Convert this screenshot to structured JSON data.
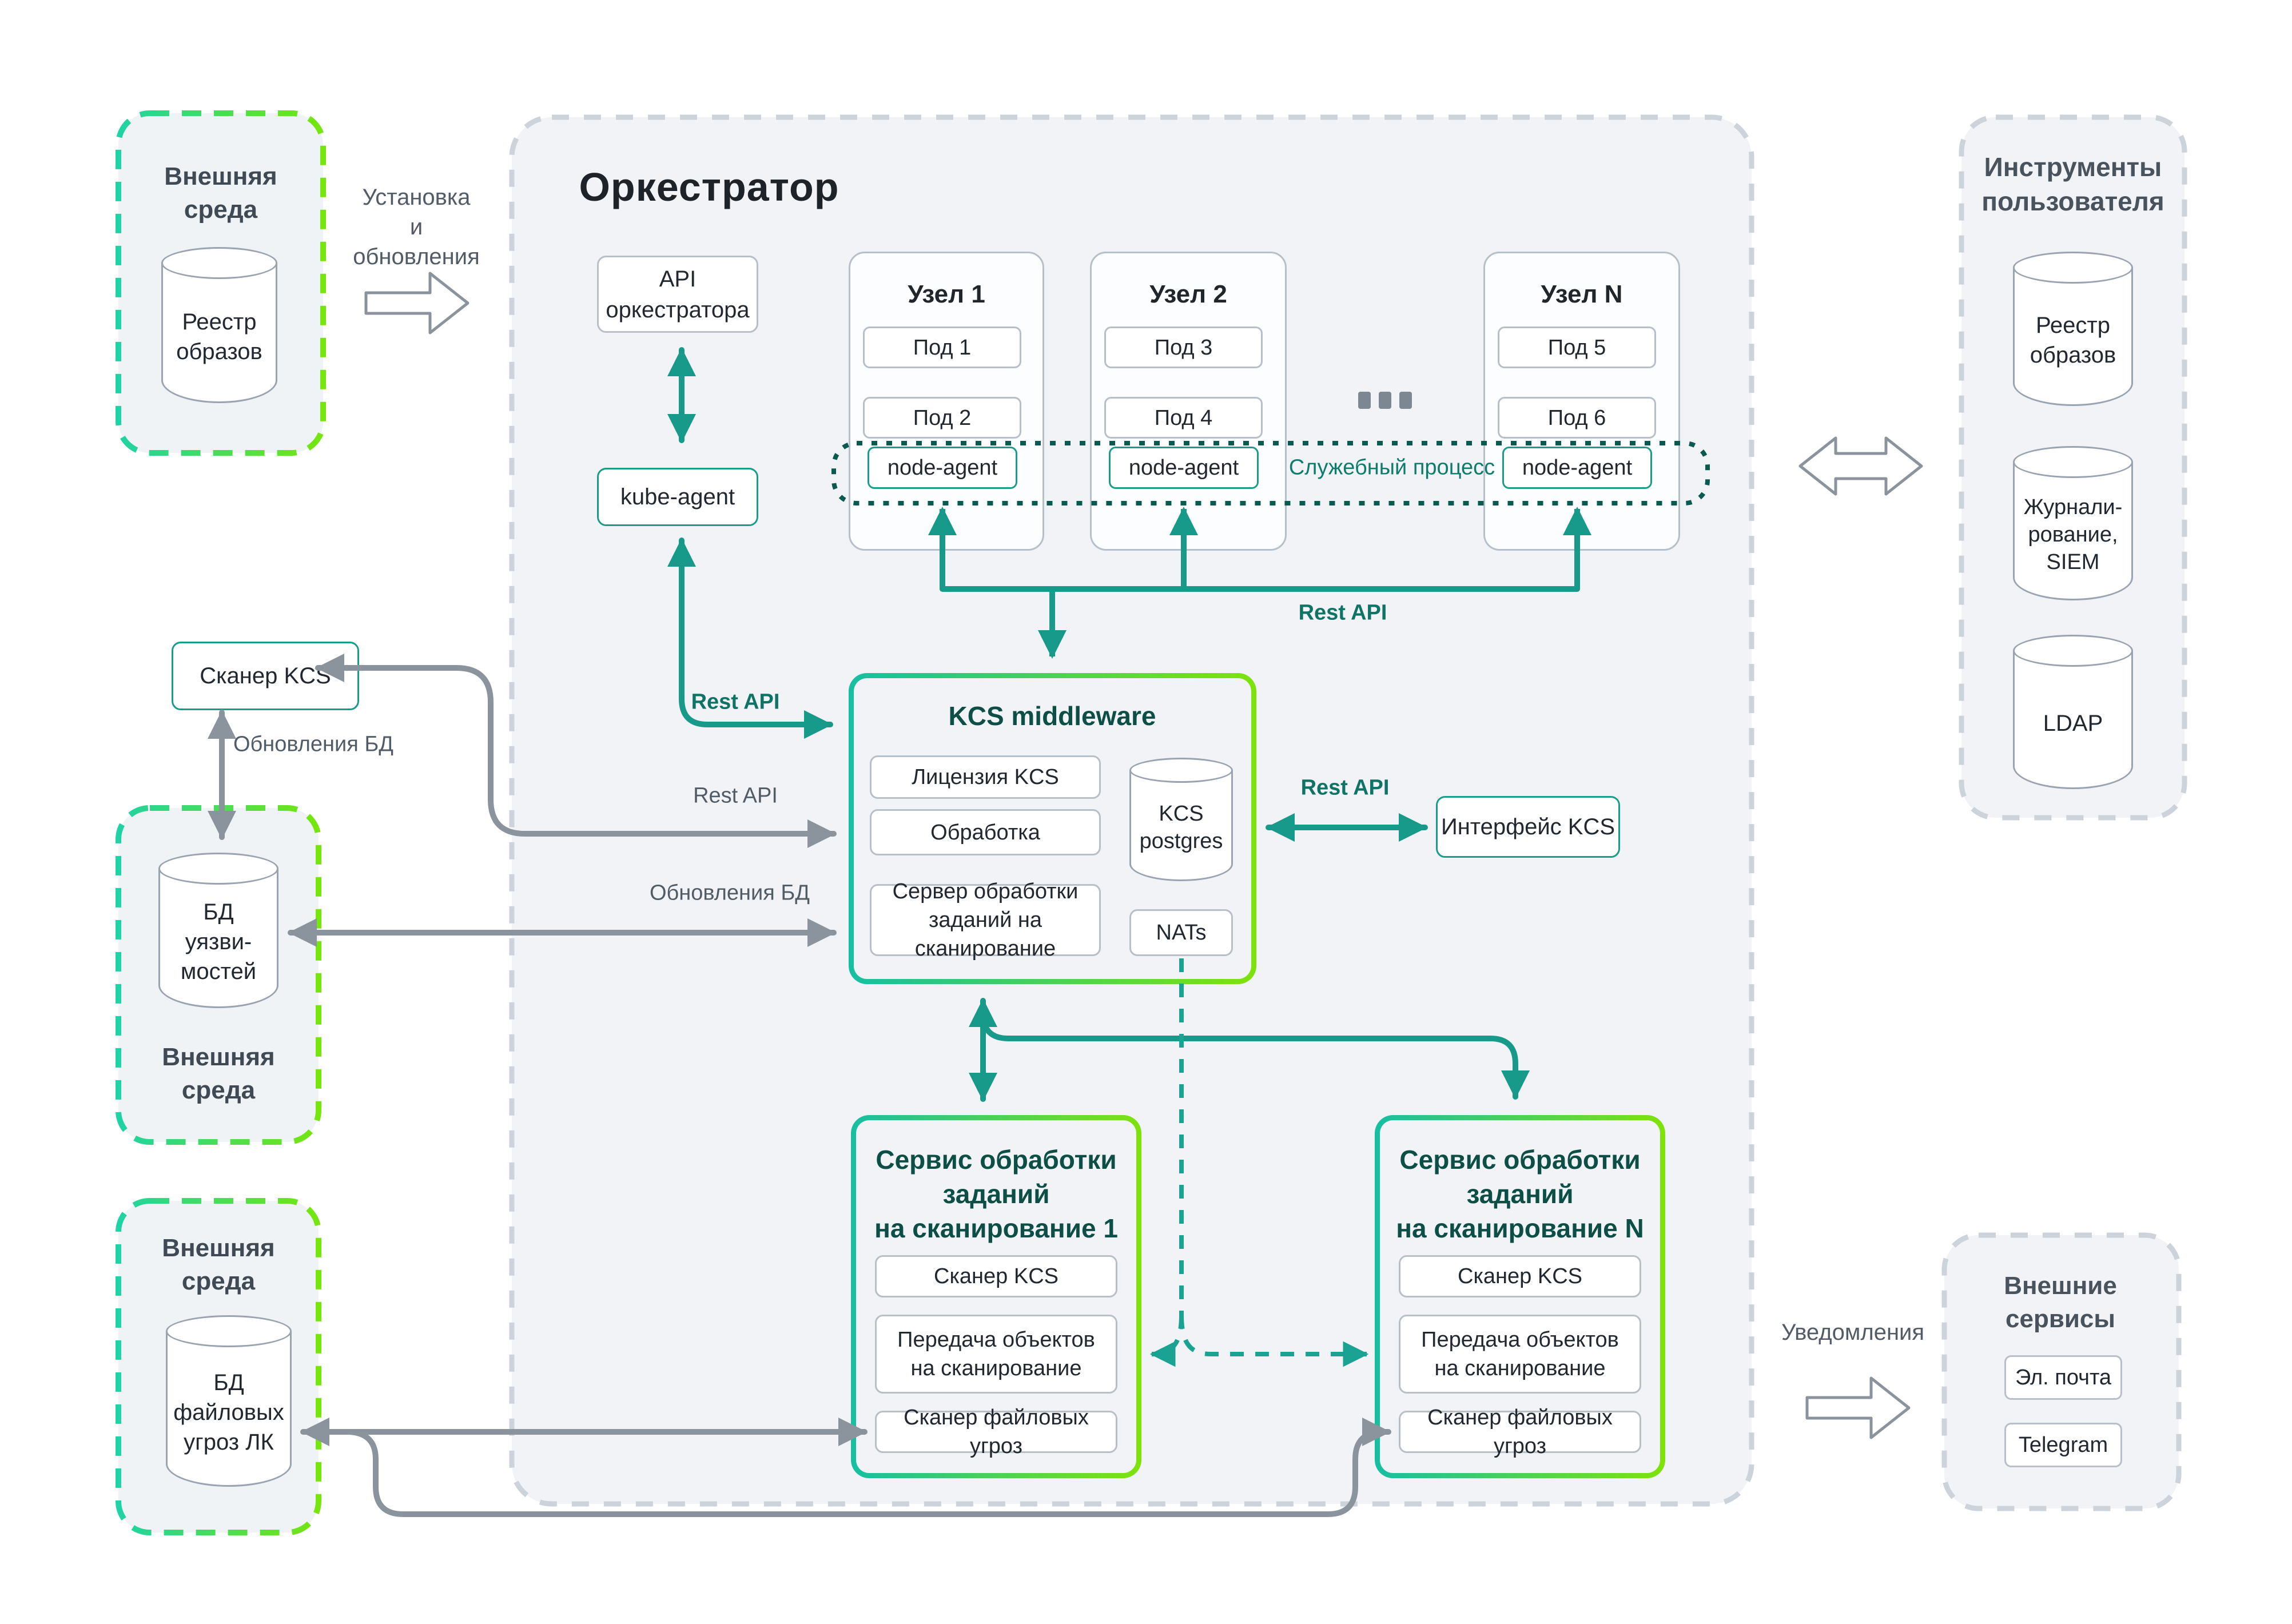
{
  "colors": {
    "teal_arrow": "#189a8a",
    "gray_arrow": "#8b939d",
    "gradient_start": "#16bfa3",
    "gradient_end": "#7fe30a",
    "panel_fill": "#f1f3f6",
    "dotted_process": "#0a5a50",
    "teal_label": "#0f7365"
  },
  "ext_env_registry": {
    "title_lines": [
      "Внешняя",
      "среда"
    ],
    "cylinder_lines": [
      "Реестр",
      "образов"
    ]
  },
  "install_arrow": {
    "label_lines": [
      "Установка",
      "и",
      "обновления"
    ]
  },
  "orchestrator": {
    "title": "Оркестратор",
    "api_box_lines": [
      "API",
      "оркестратора"
    ],
    "kube_agent": "kube-agent",
    "nodes": [
      {
        "title": "Узел 1",
        "pods": [
          "Под 1",
          "Под 2"
        ],
        "agent": "node-agent"
      },
      {
        "title": "Узел 2",
        "pods": [
          "Под 3",
          "Под 4"
        ],
        "agent": "node-agent"
      },
      {
        "title": "Узел N",
        "pods": [
          "Под 5",
          "Под 6"
        ],
        "agent": "node-agent"
      }
    ],
    "service_process_label": "Служебный процесс",
    "middleware": {
      "title": "KCS middleware",
      "license": "Лицензия KCS",
      "processing": "Обработка",
      "server_lines": [
        "Сервер обработки",
        "заданий на сканирование"
      ],
      "postgres_lines": [
        "KCS",
        "postgres"
      ],
      "nats": "NATs"
    },
    "services": [
      {
        "title_lines": [
          "Сервис обработки",
          "заданий",
          "на сканирование 1"
        ],
        "scanner": "Сканер KCS",
        "transfer_lines": [
          "Передача объектов",
          "на сканирование"
        ],
        "file_scanner": "Сканер файловых угроз"
      },
      {
        "title_lines": [
          "Сервис обработки",
          "заданий",
          "на сканирование N"
        ],
        "scanner": "Сканер KCS",
        "transfer_lines": [
          "Передача объектов",
          "на сканирование"
        ],
        "file_scanner": "Сканер файловых угроз"
      }
    ]
  },
  "scanner_kcs": "Сканер KCS",
  "interface_kcs": "Интерфейс KCS",
  "labels": {
    "rest_api_kube": "Rest API",
    "rest_api_nodes": "Rest API",
    "rest_api_scanner": "Rest API",
    "rest_api_interface": "Rest API",
    "db_updates_vertical": "Обновления БД",
    "db_updates_horizontal": "Обновления БД",
    "notifications": "Уведомления"
  },
  "ext_env_vuln": {
    "title_lines": [
      "Внешняя",
      "среда"
    ],
    "cylinder_lines": [
      "БД",
      "уязви-",
      "мостей"
    ]
  },
  "ext_env_files": {
    "title_lines": [
      "Внешняя",
      "среда"
    ],
    "cylinder_lines": [
      "БД",
      "файловых",
      "угроз ЛК"
    ]
  },
  "user_tools": {
    "title_lines": [
      "Инструменты",
      "пользователя"
    ],
    "registry_lines": [
      "Реестр",
      "образов"
    ],
    "siem_lines": [
      "Журнали-",
      "рование,",
      "SIEM"
    ],
    "ldap": "LDAP"
  },
  "ext_services": {
    "title_lines": [
      "Внешние",
      "сервисы"
    ],
    "email": "Эл. почта",
    "telegram": "Telegram"
  }
}
